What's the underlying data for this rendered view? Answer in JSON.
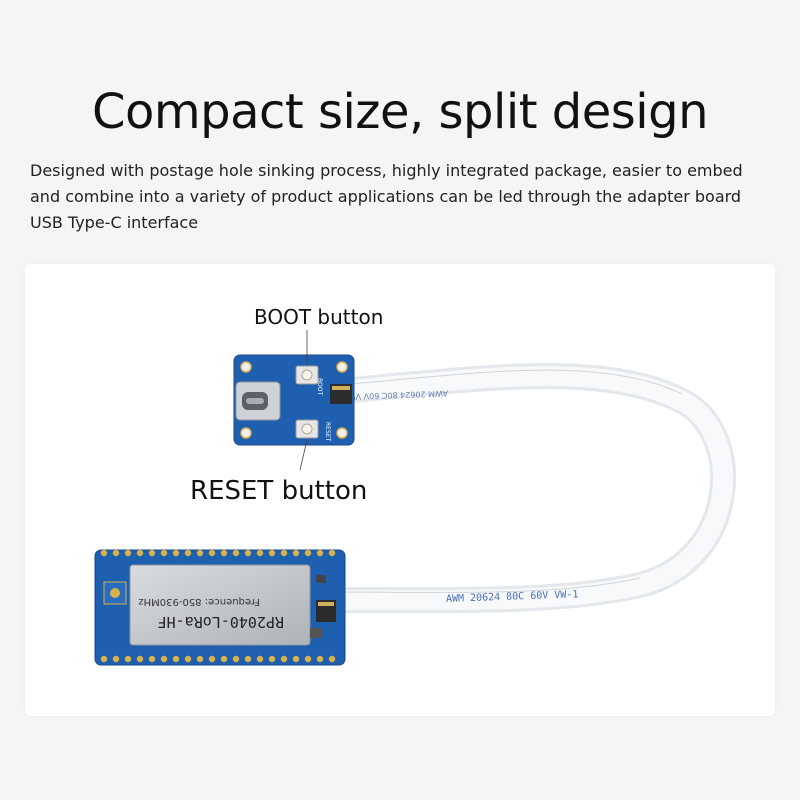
{
  "heading": "Compact size, split design",
  "description": "Designed with postage hole sinking process, highly integrated package, easier to embed and combine into a variety of product applications can be led through the adapter board USB Type-C interface",
  "labels": {
    "boot": "BOOT button",
    "reset": "RESET button"
  },
  "board": {
    "model": "RP2040-LoRa-HF",
    "frequency": "Frequence: 850-930MHz"
  },
  "adapter": {
    "boot_silk": "BOOT",
    "reset_silk": "RESET"
  },
  "cable": {
    "print": "AWM 20624 80C 60V VW-1"
  },
  "colors": {
    "pcb_blue": "#1f5fb0",
    "shield_silver": "#c8ccd0",
    "cable_white": "#f2f4f6"
  }
}
